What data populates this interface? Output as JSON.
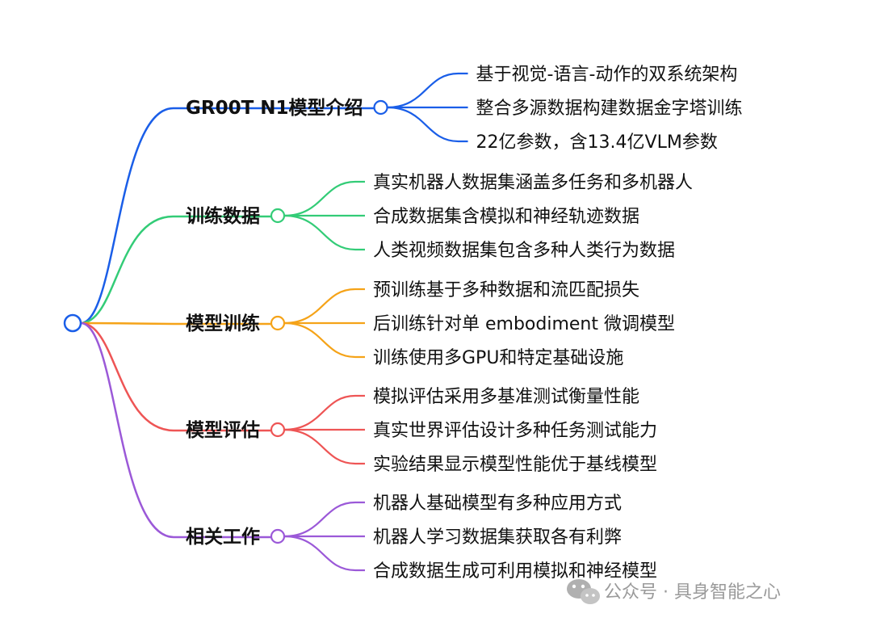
{
  "branches": [
    {
      "label": "GR00T N1模型介绍",
      "color": "#1a5ee8",
      "leaves": [
        "基于视觉-语言-动作的双系统架构",
        "整合多源数据构建数据金字塔训练",
        "22亿参数，含13.4亿VLM参数"
      ]
    },
    {
      "label": "训练数据",
      "color": "#33cc77",
      "leaves": [
        "真实机器人数据集涵盖多任务和多机器人",
        "合成数据集含模拟和神经轨迹数据",
        "人类视频数据集包含多种人类行为数据"
      ]
    },
    {
      "label": "模型训练",
      "color": "#f5a318",
      "leaves": [
        "预训练基于多种数据和流匹配损失",
        "后训练针对单 embodiment 微调模型",
        "训练使用多GPU和特定基础设施"
      ]
    },
    {
      "label": "模型评估",
      "color": "#ee5555",
      "leaves": [
        "模拟评估采用多基准测试衡量性能",
        "真实世界评估设计多种任务测试能力",
        "实验结果显示模型性能优于基线模型"
      ]
    },
    {
      "label": "相关工作",
      "color": "#9b59d8",
      "leaves": [
        "机器人基础模型有多种应用方式",
        "机器人学习数据集获取各有利弊",
        "合成数据生成可利用模拟和神经模型"
      ]
    }
  ],
  "root_color": "#1a5ee8",
  "watermark": {
    "text": "公众号 · 具身智能之心",
    "icon": "wechat-icon"
  }
}
